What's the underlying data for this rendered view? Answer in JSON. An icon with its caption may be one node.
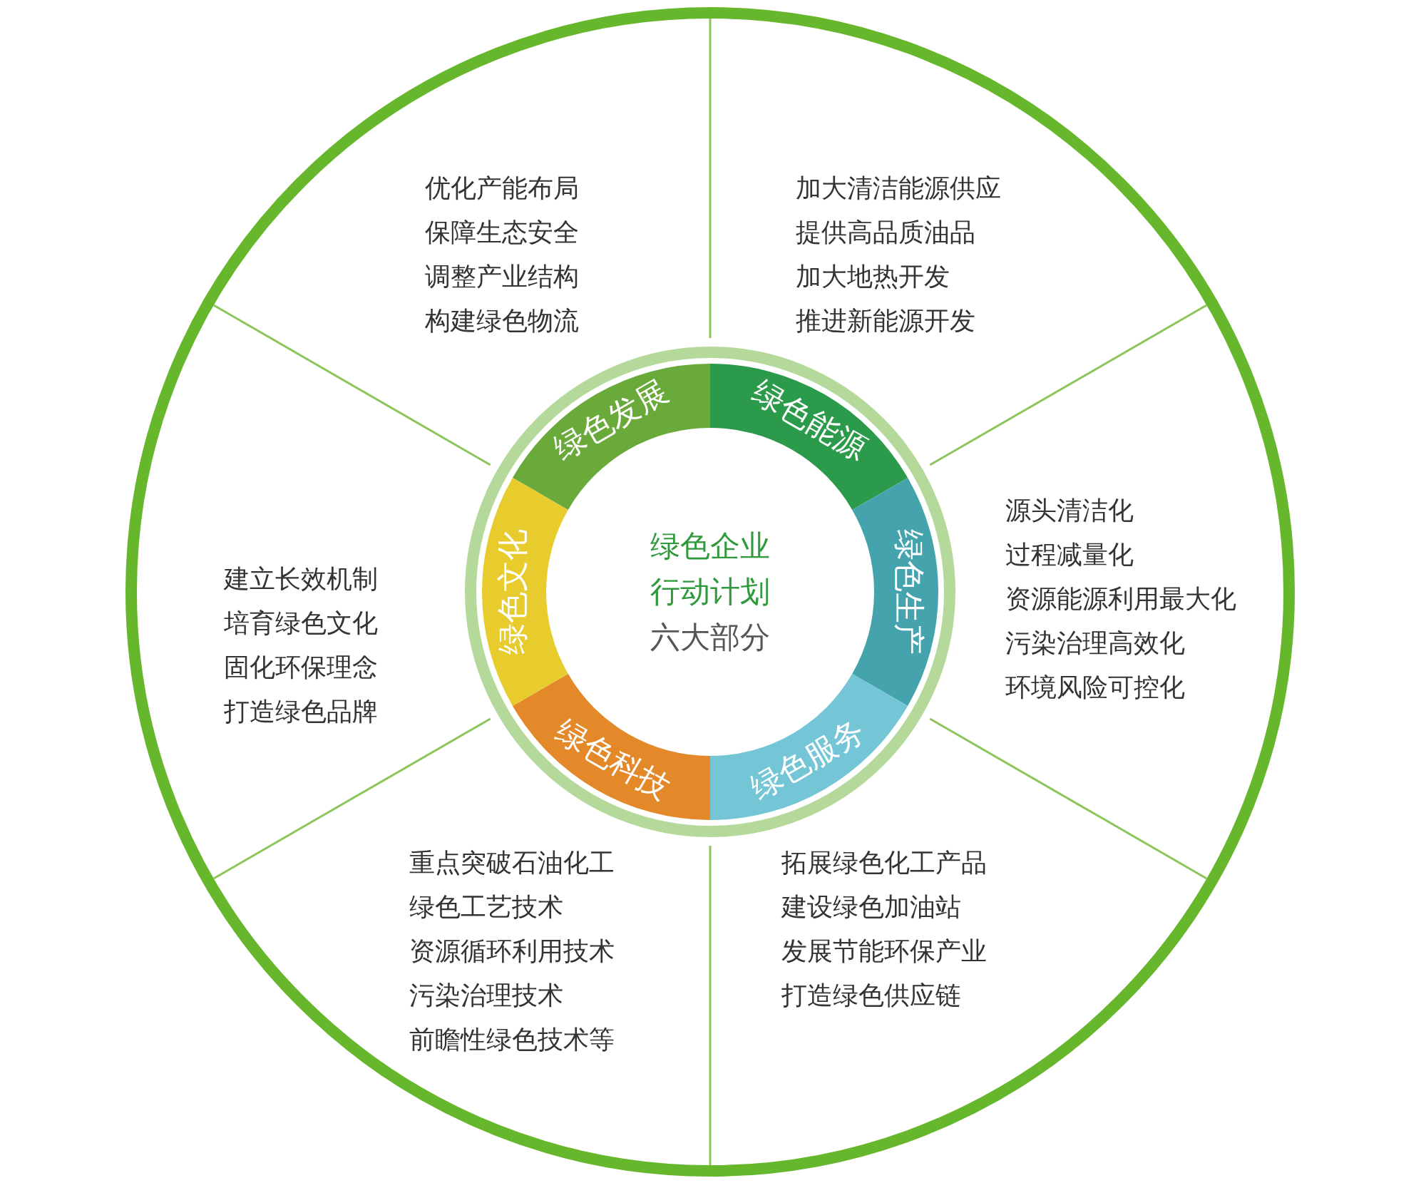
{
  "diagram": {
    "nodes": [
      {
        "text": [
          "绿色企业行动计划",
          "六大部分"
        ]
      },
      {
        "text": [
          "绿色发展"
        ]
      },
      {
        "text": [
          "绿色能源"
        ]
      },
      {
        "text": [
          "绿色生产"
        ]
      },
      {
        "text": [
          "绿色服务"
        ]
      },
      {
        "text": [
          "绿色科技"
        ]
      },
      {
        "text": [
          "绿色文化"
        ]
      },
      {
        "text": [
          "优化产能布局",
          "保障生态安全",
          "调整产业结构",
          "构建绿色物流"
        ]
      },
      {
        "text": [
          "加大清洁能源供应",
          "提供高品质油品",
          "加大地热开发",
          "推进新能源开发"
        ]
      },
      {
        "text": [
          "源头清洁化",
          "过程减量化",
          "资源能源利用最大化",
          "污染治理高效化",
          "环境风险可控化"
        ]
      },
      {
        "text": [
          "拓展绿色化工产品",
          "建设绿色加油站",
          "发展节能环保产业",
          "打造绿色供应链"
        ]
      },
      {
        "text": [
          "重点突破石油化工",
          "绿色工艺技术",
          "资源循环利用技术",
          "污染治理技术",
          "前瞻性绿色技术等"
        ]
      },
      {
        "text": [
          "建立长效机制",
          "培育绿色文化",
          "固化环保理念",
          "打造绿色品牌"
        ]
      }
    ]
  }
}
